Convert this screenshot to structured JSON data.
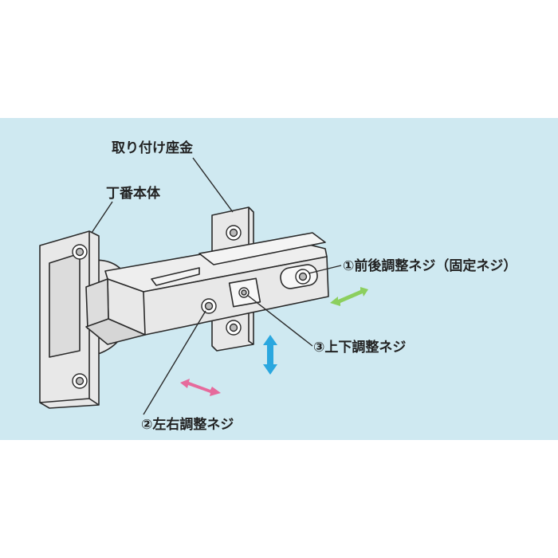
{
  "colors": {
    "panel_bg": "#cfe9f1",
    "hinge_fill": "#e8e8e8",
    "outline": "#2a2a2a",
    "arrow_green": "#8ccf5e",
    "arrow_blue": "#2aa7df",
    "arrow_pink": "#e66a9c"
  },
  "labels": {
    "mounting_plate": "取り付け座金",
    "hinge_body": "丁番本体",
    "front_back_screw": "①前後調整ネジ（固定ネジ）",
    "up_down_screw": "③上下調整ネジ",
    "left_right_screw": "②左右調整ネジ"
  }
}
